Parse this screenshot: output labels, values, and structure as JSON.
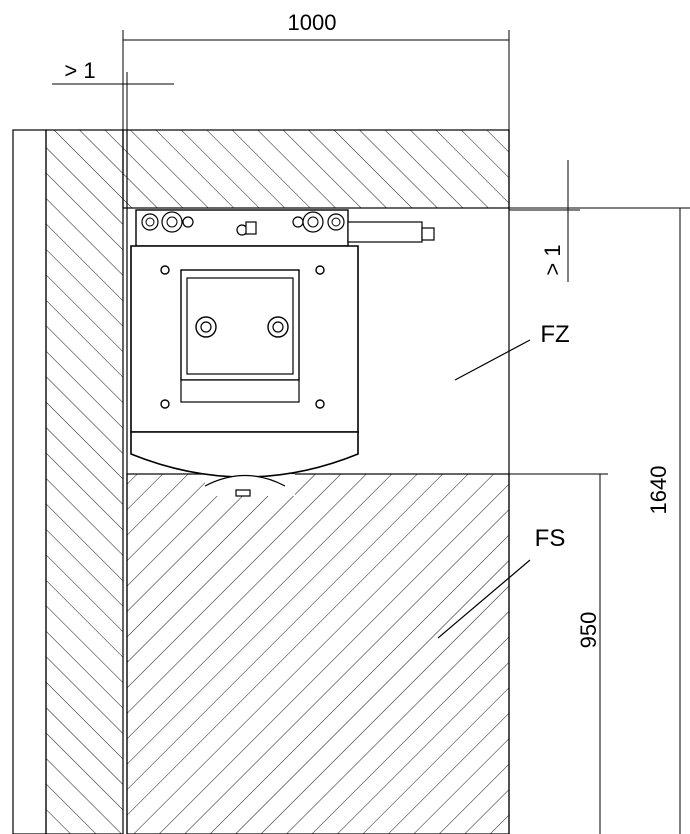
{
  "dimensions": {
    "width_total": "1000",
    "side_gap": "> 1",
    "top_gap": "> 1",
    "height_total": "1640",
    "height_lower": "950"
  },
  "labels": {
    "fz": "FZ",
    "fs": "FS"
  },
  "colors": {
    "line": "#000000",
    "background": "#ffffff"
  }
}
